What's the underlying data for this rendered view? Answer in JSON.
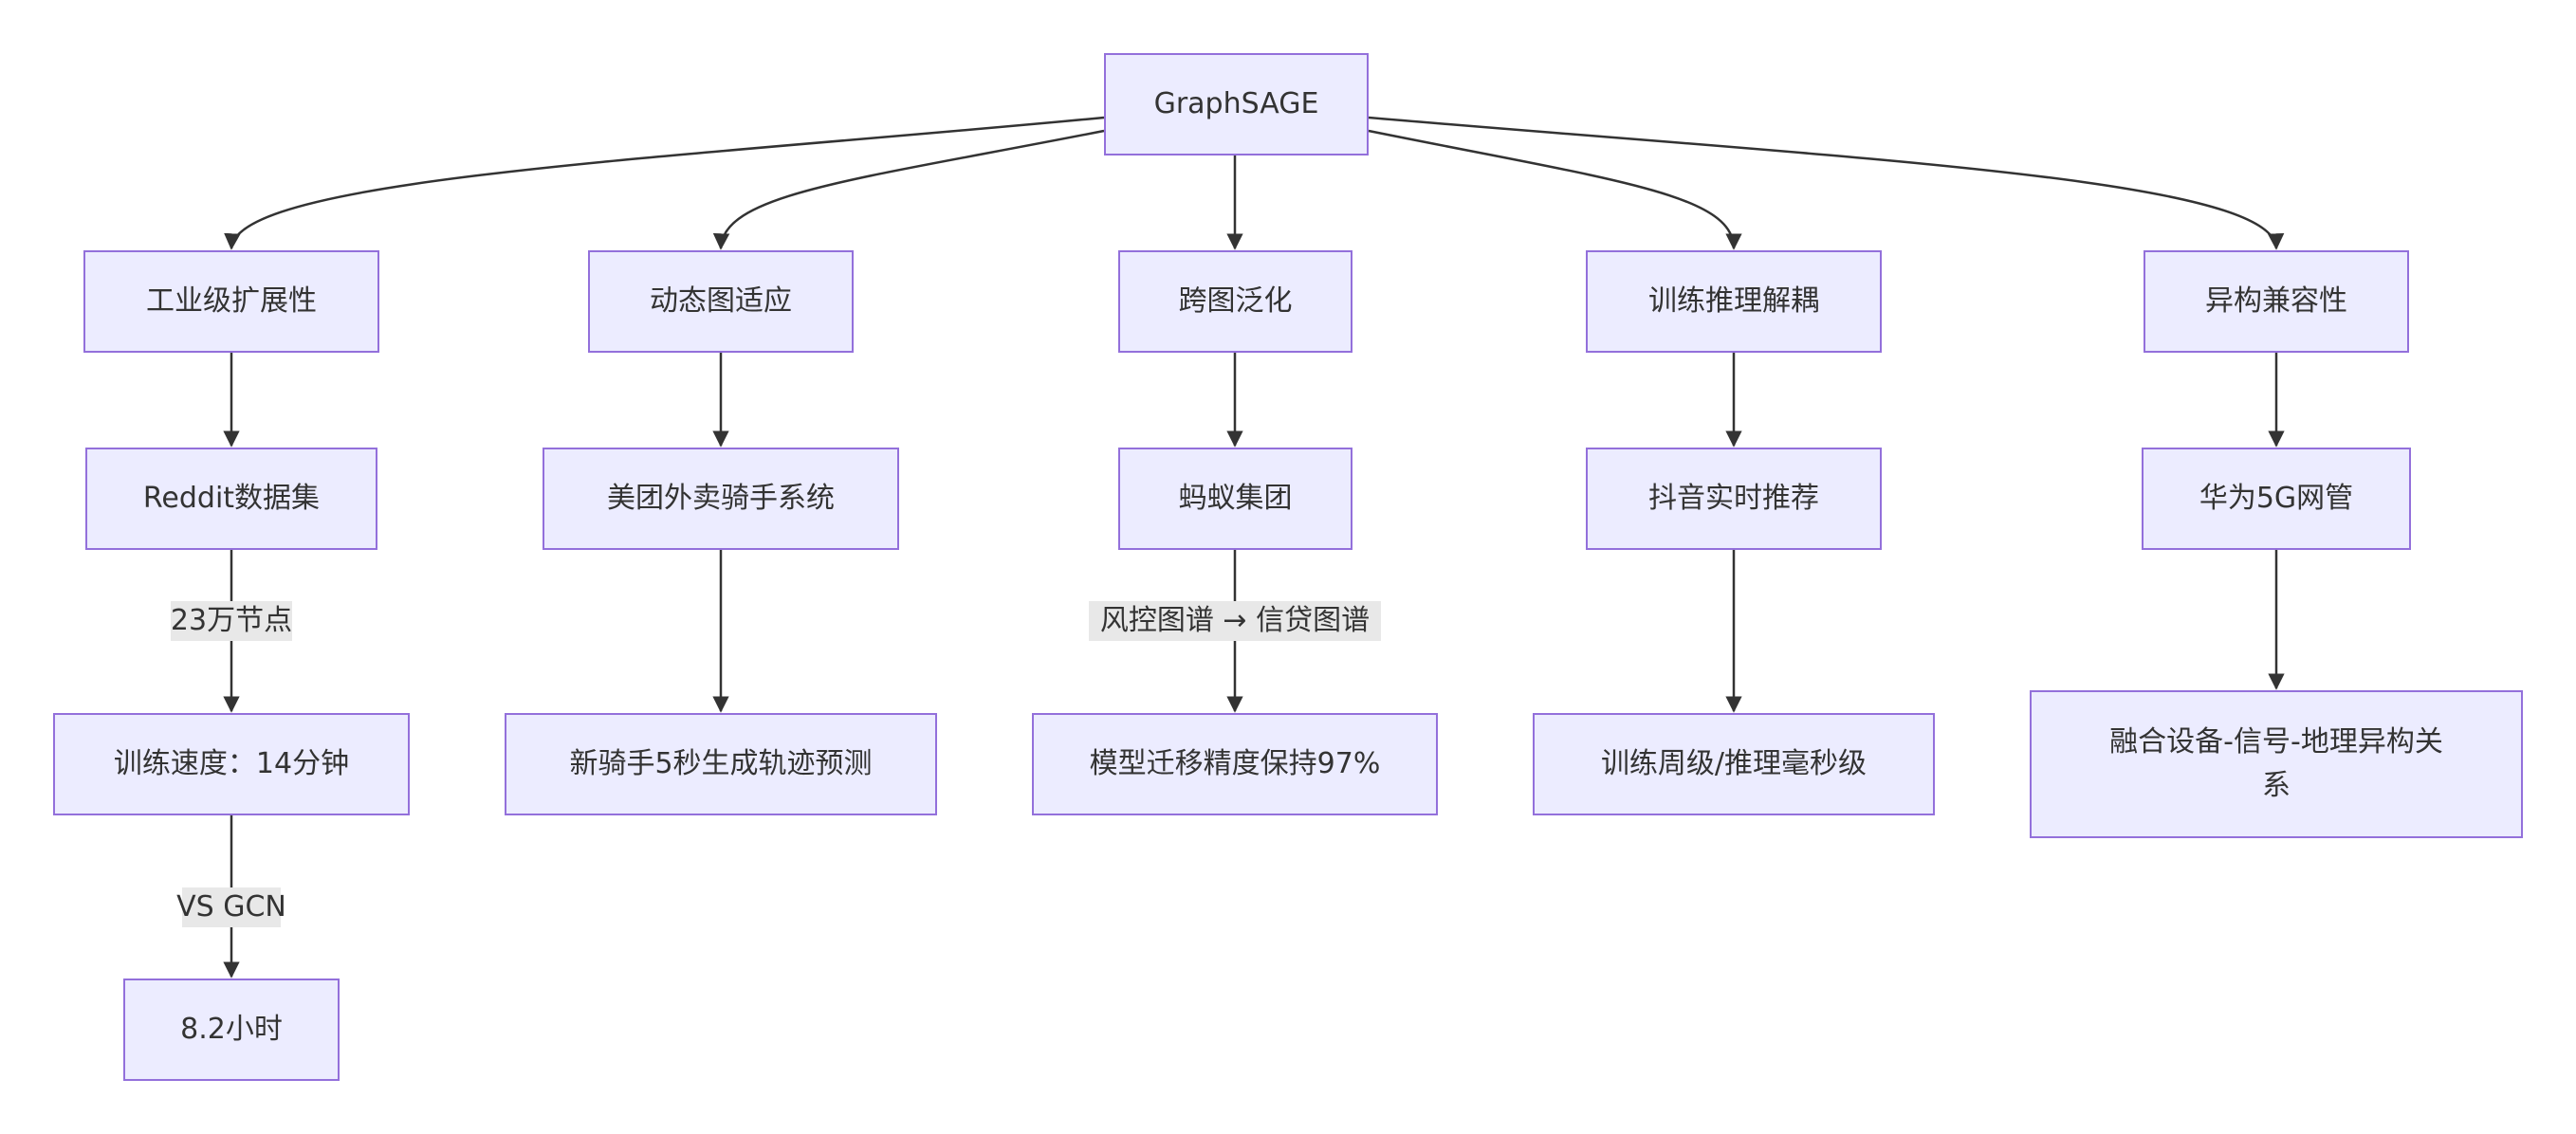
{
  "nodes": {
    "root": "GraphSAGE",
    "scale": "工业级扩展性",
    "dynamic": "动态图适应",
    "cross": "跨图泛化",
    "decouple": "训练推理解耦",
    "hetero": "异构兼容性",
    "reddit": "Reddit数据集",
    "meituan": "美团外卖骑手系统",
    "ant": "蚂蚁集团",
    "douyin": "抖音实时推荐",
    "huawei": "华为5G网管",
    "speed": "训练速度：14分钟",
    "rider": "新骑手5秒生成轨迹预测",
    "transfer": "模型迁移精度保持97%",
    "weekly": "训练周级/推理毫秒级",
    "fusion": "融合设备-信号-地理异构关系",
    "gcn": "8.2小时"
  },
  "edge_labels": {
    "reddit_speed": "23万节点",
    "ant_transfer": "风控图谱 → 信贷图谱",
    "speed_gcn": "VS GCN"
  },
  "colors": {
    "node_fill": "#ececff",
    "node_border": "#9370db",
    "edge": "#333333",
    "label_bg": "#e8e8e8",
    "text": "#333333"
  }
}
